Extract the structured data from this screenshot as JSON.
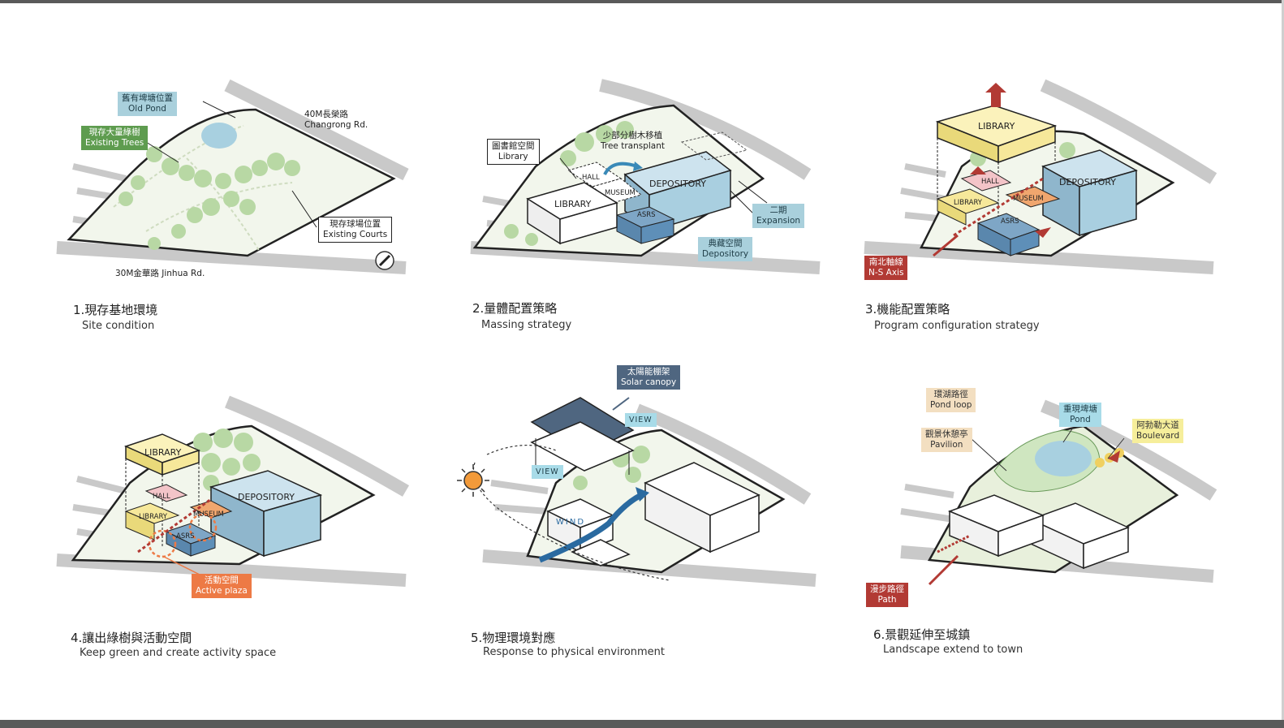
{
  "panels": [
    {
      "caption_cn": "1.現存基地環境",
      "caption_en": "Site condition",
      "labels": {
        "old_pond": "舊有埤塘位置\nOld Pond",
        "existing_trees": "現存大量綠樹\nExisting Trees",
        "existing_courts": "現存球場位置\nExisting Courts",
        "changrong_rd": "40M長榮路\nChangrong Rd.",
        "jinhua_rd": "30M金華路 Jinhua Rd."
      },
      "icons": [
        "north-arrow-icon"
      ]
    },
    {
      "caption_cn": "2.量體配置策略",
      "caption_en": "Massing strategy",
      "labels": {
        "library_space": "圖書館空間\nLibrary",
        "tree_transplant": "少部分樹木移植\nTree transplant",
        "expansion": "二期\nExpansion",
        "depository_space": "典藏空間\nDepository"
      },
      "blocks": {
        "library": "LIBRARY",
        "hall": "HALL",
        "museum": "MUSEUM",
        "depository": "DEPOSITORY",
        "asrs": "ASRS"
      }
    },
    {
      "caption_cn": "3.機能配置策略",
      "caption_en": "Program  configuration strategy",
      "labels": {
        "ns_axis": "南北軸線\nN-S Axis"
      },
      "blocks": {
        "library_top": "LIBRARY",
        "hall": "HALL",
        "library": "LIBRARY",
        "museum": "MUSEUM",
        "depository": "DEPOSITORY",
        "asrs": "ASRS"
      },
      "icons": [
        "up-arrow-icon"
      ]
    },
    {
      "caption_cn": "4.讓出綠樹與活動空間",
      "caption_en": "Keep  green and create activity space",
      "labels": {
        "active_plaza": "活動空間\nActive plaza"
      },
      "blocks": {
        "library_top": "LIBRARY",
        "hall": "HALL",
        "library": "LIBRARY",
        "museum": "MUSEUM",
        "depository": "DEPOSITORY",
        "asrs": "ASRS"
      }
    },
    {
      "caption_cn": "5.物理環境對應",
      "caption_en": "Response to physical environment",
      "labels": {
        "solar_canopy": "太陽能棚架\nSolar canopy",
        "view_1": "VIEW",
        "view_2": "VIEW",
        "wind": "WIND"
      },
      "icons": [
        "sun-icon"
      ]
    },
    {
      "caption_cn": "6.景觀延伸至城鎮",
      "caption_en": "Landscape extend to town",
      "labels": {
        "pond_loop": "環湖路徑\nPond loop",
        "pond": "重現埤塘\nPond",
        "boulevard": "阿勃勒大道\nBoulevard",
        "pavilion": "觀景休憩亭\nPavilion",
        "path": "漫步路徑\nPath"
      }
    }
  ],
  "colors": {
    "library": "#f6e89a",
    "depository": "#a9cfe0",
    "asrs": "#5e8fb8",
    "hall": "#f3c4c8",
    "museum": "#f0a66e",
    "tree": "#b8d8a4",
    "road": "#c9c9c9",
    "red": "#b23a34",
    "orange": "#ed7a45",
    "navy": "#4f6680"
  }
}
